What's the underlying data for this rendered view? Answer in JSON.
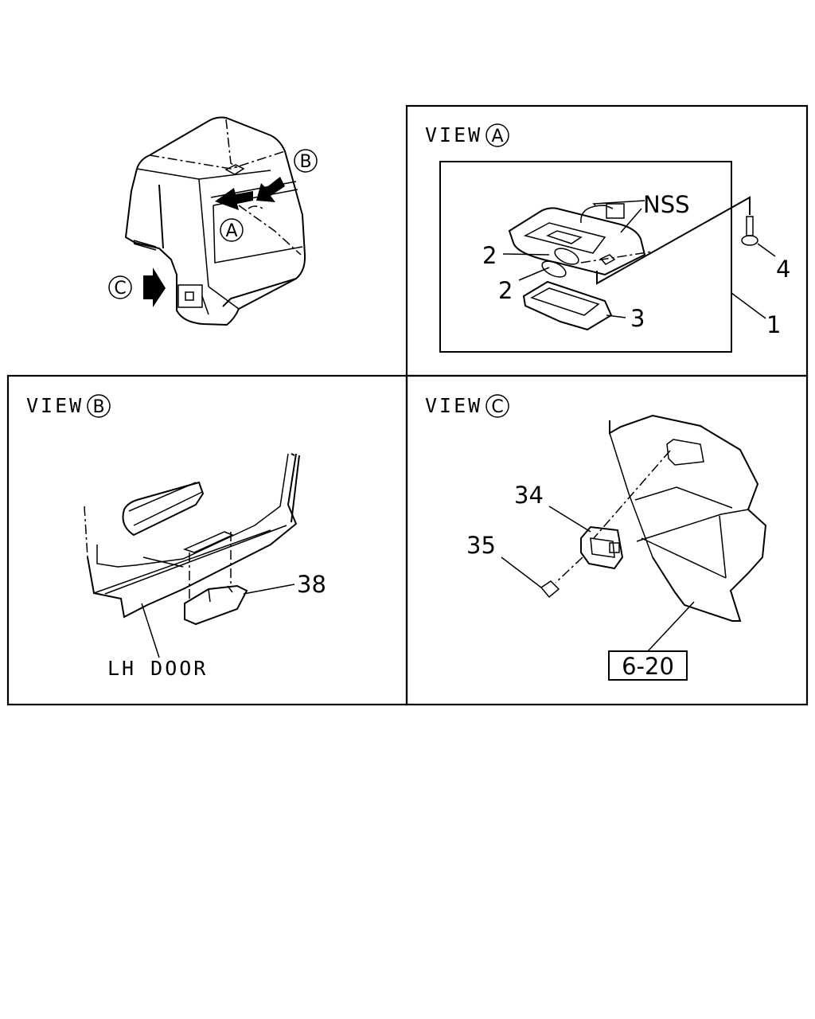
{
  "overview": {
    "callout_a": "A",
    "callout_b": "B",
    "callout_c": "C"
  },
  "view_a": {
    "title": "VIEW",
    "letter": "A",
    "labels": {
      "nss": "NSS",
      "part_2_upper": "2",
      "part_2_lower": "2",
      "part_3": "3",
      "part_4": "4",
      "part_1": "1"
    }
  },
  "view_b": {
    "title": "VIEW",
    "letter": "B",
    "labels": {
      "part_38": "38",
      "lh_door": "LH DOOR"
    }
  },
  "view_c": {
    "title": "VIEW",
    "letter": "C",
    "labels": {
      "part_34": "34",
      "part_35": "35",
      "ref_box": "6-20"
    }
  }
}
